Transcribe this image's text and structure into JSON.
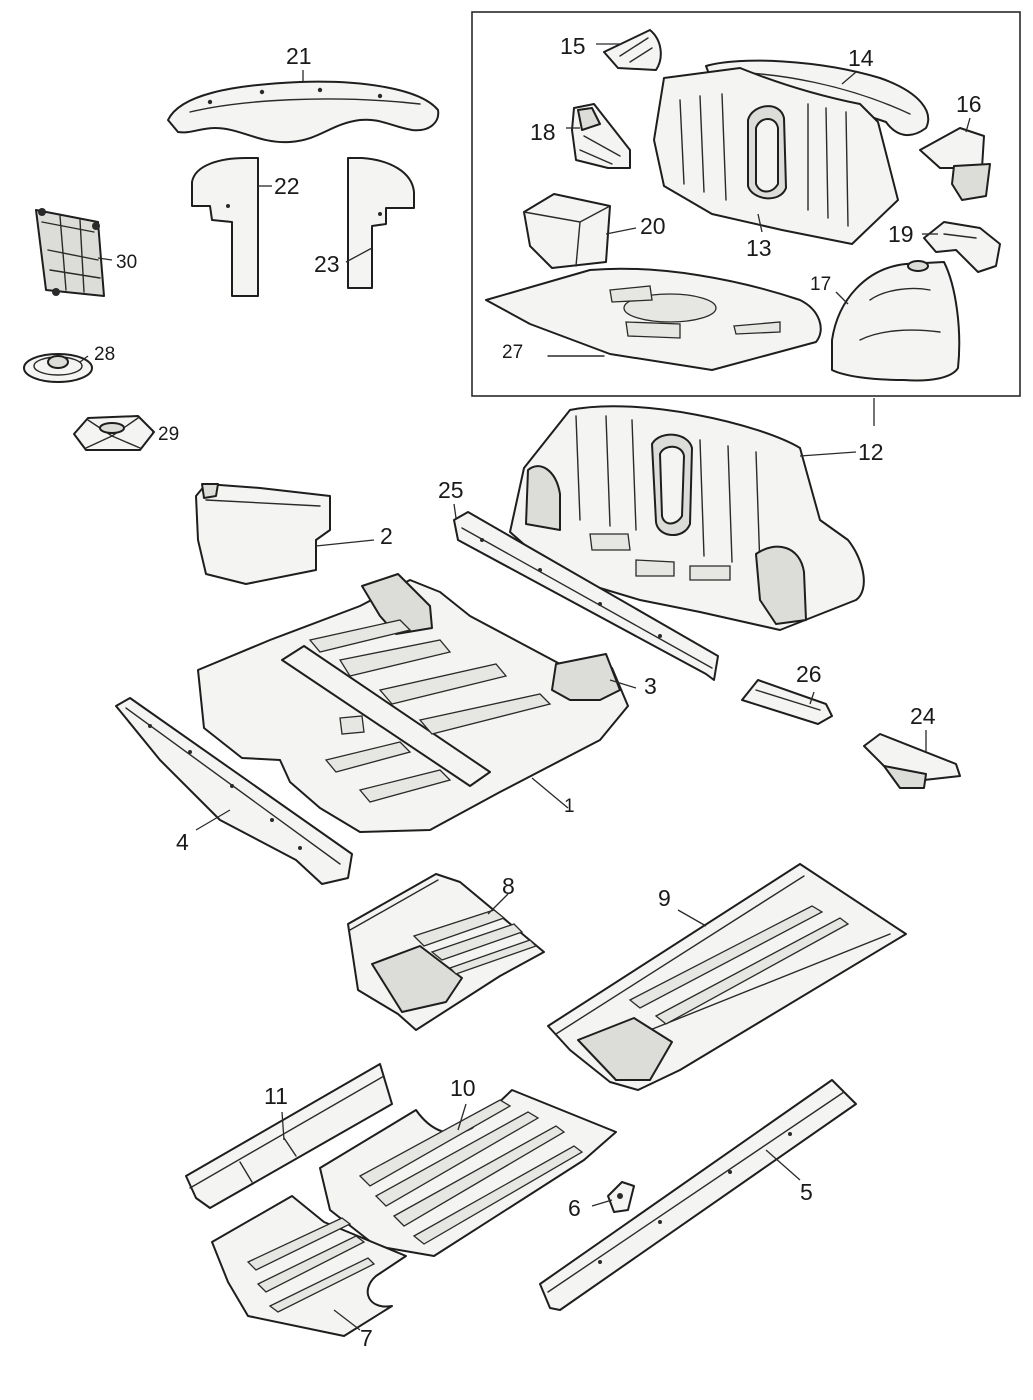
{
  "callouts": [
    {
      "id": "21",
      "label": "21"
    },
    {
      "id": "22",
      "label": "22"
    },
    {
      "id": "23",
      "label": "23"
    },
    {
      "id": "30",
      "label": "30"
    },
    {
      "id": "28",
      "label": "28"
    },
    {
      "id": "29",
      "label": "29"
    },
    {
      "id": "15",
      "label": "15"
    },
    {
      "id": "14",
      "label": "14"
    },
    {
      "id": "16",
      "label": "16"
    },
    {
      "id": "18",
      "label": "18"
    },
    {
      "id": "20",
      "label": "20"
    },
    {
      "id": "13",
      "label": "13"
    },
    {
      "id": "19",
      "label": "19"
    },
    {
      "id": "17",
      "label": "17"
    },
    {
      "id": "27",
      "label": "27"
    },
    {
      "id": "12",
      "label": "12"
    },
    {
      "id": "25",
      "label": "25"
    },
    {
      "id": "2",
      "label": "2"
    },
    {
      "id": "3",
      "label": "3"
    },
    {
      "id": "26",
      "label": "26"
    },
    {
      "id": "24",
      "label": "24"
    },
    {
      "id": "1",
      "label": "1"
    },
    {
      "id": "4",
      "label": "4"
    },
    {
      "id": "8",
      "label": "8"
    },
    {
      "id": "9",
      "label": "9"
    },
    {
      "id": "11",
      "label": "11"
    },
    {
      "id": "10",
      "label": "10"
    },
    {
      "id": "6",
      "label": "6"
    },
    {
      "id": "5",
      "label": "5"
    },
    {
      "id": "7",
      "label": "7"
    }
  ]
}
